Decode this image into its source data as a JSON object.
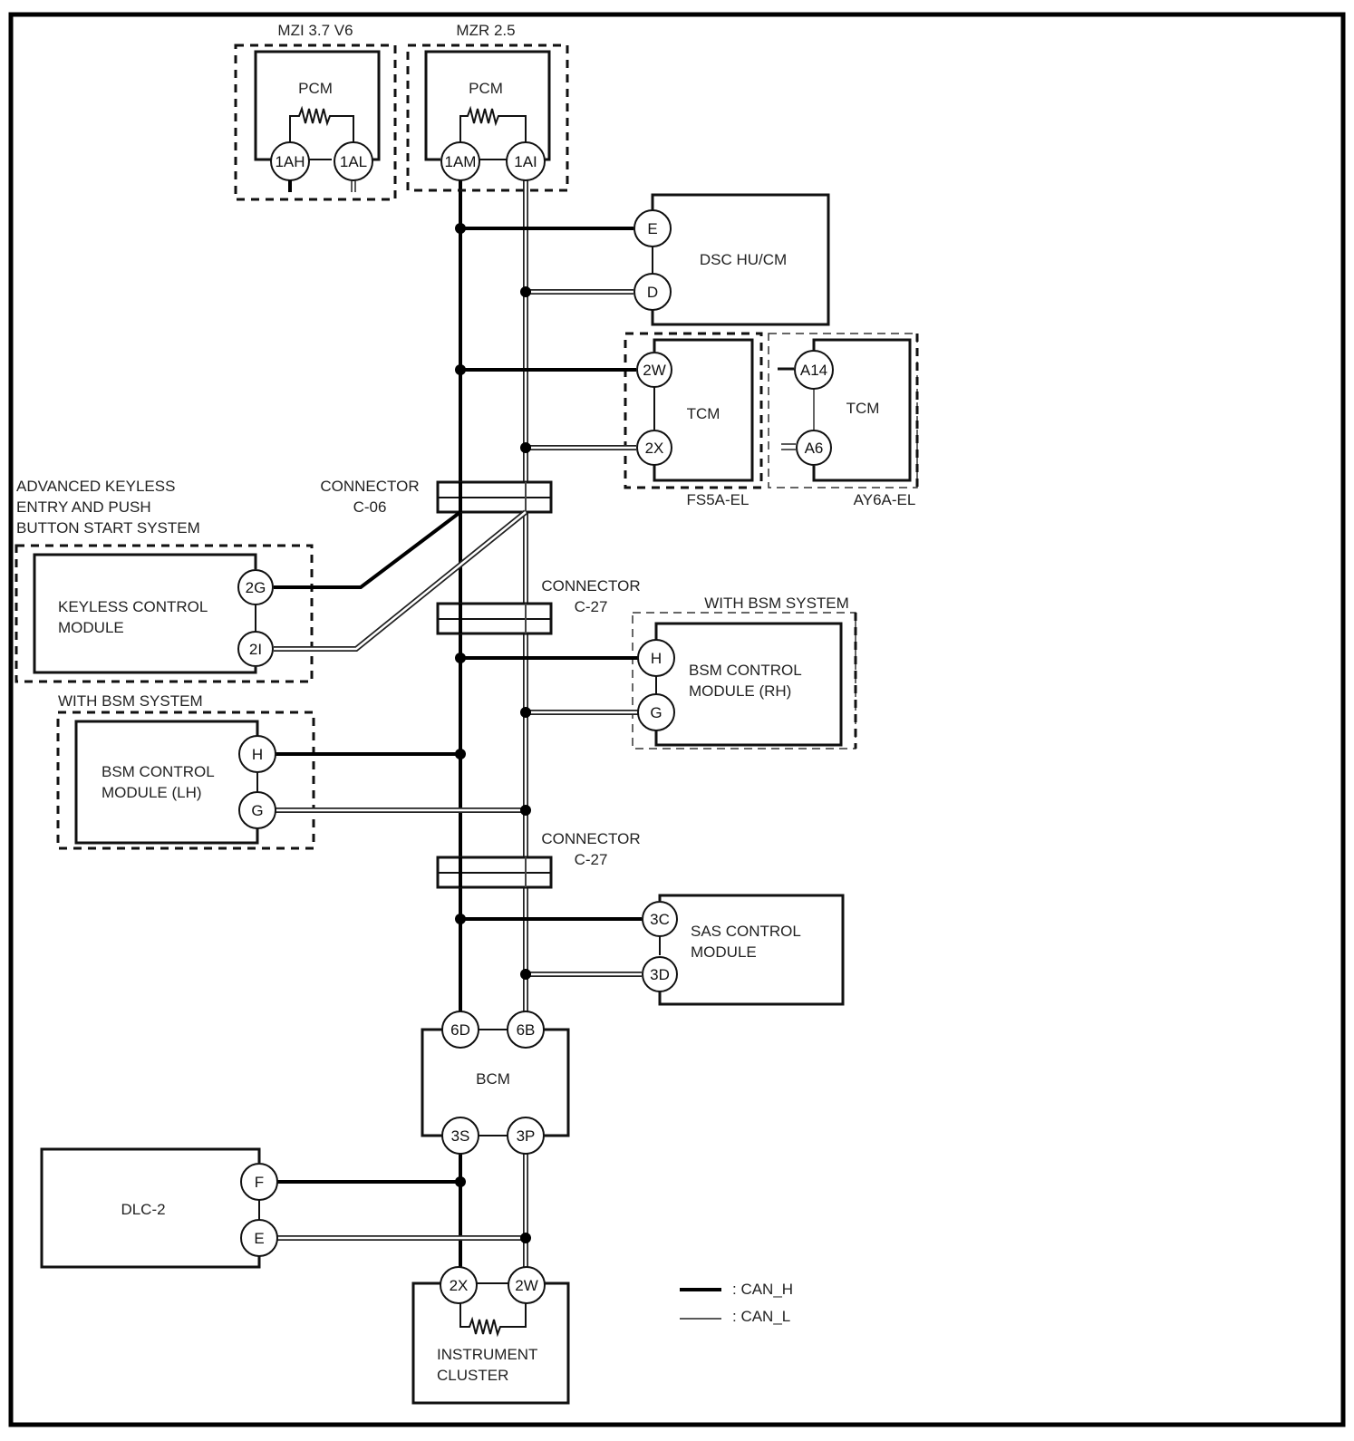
{
  "diagram": {
    "type": "CAN system wiring diagram",
    "legend": [
      {
        "line": "thick-solid",
        "label": ": CAN_H"
      },
      {
        "line": "double-thin",
        "label": ": CAN_L"
      }
    ],
    "groups": {
      "mzi": "MZI 3.7 V6",
      "mzr": "MZR 2.5",
      "fs5a": "FS5A-EL",
      "ay6a": "AY6A-EL",
      "akeps_line1": "ADVANCED KEYLESS",
      "akeps_line2": "ENTRY AND PUSH",
      "akeps_line3": "BUTTON START SYSTEM",
      "bsm_rh_group": "WITH BSM SYSTEM",
      "bsm_lh_group": "WITH BSM SYSTEM"
    },
    "connectors": {
      "c06_line1": "CONNECTOR",
      "c06_line2": "C-06",
      "c27a_line1": "CONNECTOR",
      "c27a_line2": "C-27",
      "c27b_line1": "CONNECTOR",
      "c27b_line2": "C-27"
    },
    "modules": {
      "pcm_mzi": {
        "name": "PCM",
        "pins": [
          "1AH",
          "1AL"
        ]
      },
      "pcm_mzr": {
        "name": "PCM",
        "pins": [
          "1AM",
          "1AI"
        ]
      },
      "dsc": {
        "name": "DSC HU/CM",
        "pins": [
          "E",
          "D"
        ]
      },
      "tcm_fs5a": {
        "name": "TCM",
        "pins": [
          "2W",
          "2X"
        ]
      },
      "tcm_ay6a": {
        "name": "TCM",
        "pins": [
          "A14",
          "A6"
        ]
      },
      "keyless": {
        "name_line1": "KEYLESS CONTROL",
        "name_line2": "MODULE",
        "pins": [
          "2G",
          "2I"
        ]
      },
      "bsm_rh": {
        "name_line1": "BSM CONTROL",
        "name_line2": "MODULE (RH)",
        "pins": [
          "H",
          "G"
        ]
      },
      "bsm_lh": {
        "name_line1": "BSM CONTROL",
        "name_line2": "MODULE (LH)",
        "pins": [
          "H",
          "G"
        ]
      },
      "sas": {
        "name_line1": "SAS CONTROL",
        "name_line2": "MODULE",
        "pins": [
          "3C",
          "3D"
        ]
      },
      "bcm": {
        "name": "BCM",
        "pins": [
          "6D",
          "6B",
          "3S",
          "3P"
        ]
      },
      "dlc": {
        "name": "DLC-2",
        "pins": [
          "F",
          "E"
        ]
      },
      "cluster": {
        "name_line1": "INSTRUMENT",
        "name_line2": "CLUSTER",
        "pins": [
          "2X",
          "2W"
        ]
      }
    }
  }
}
